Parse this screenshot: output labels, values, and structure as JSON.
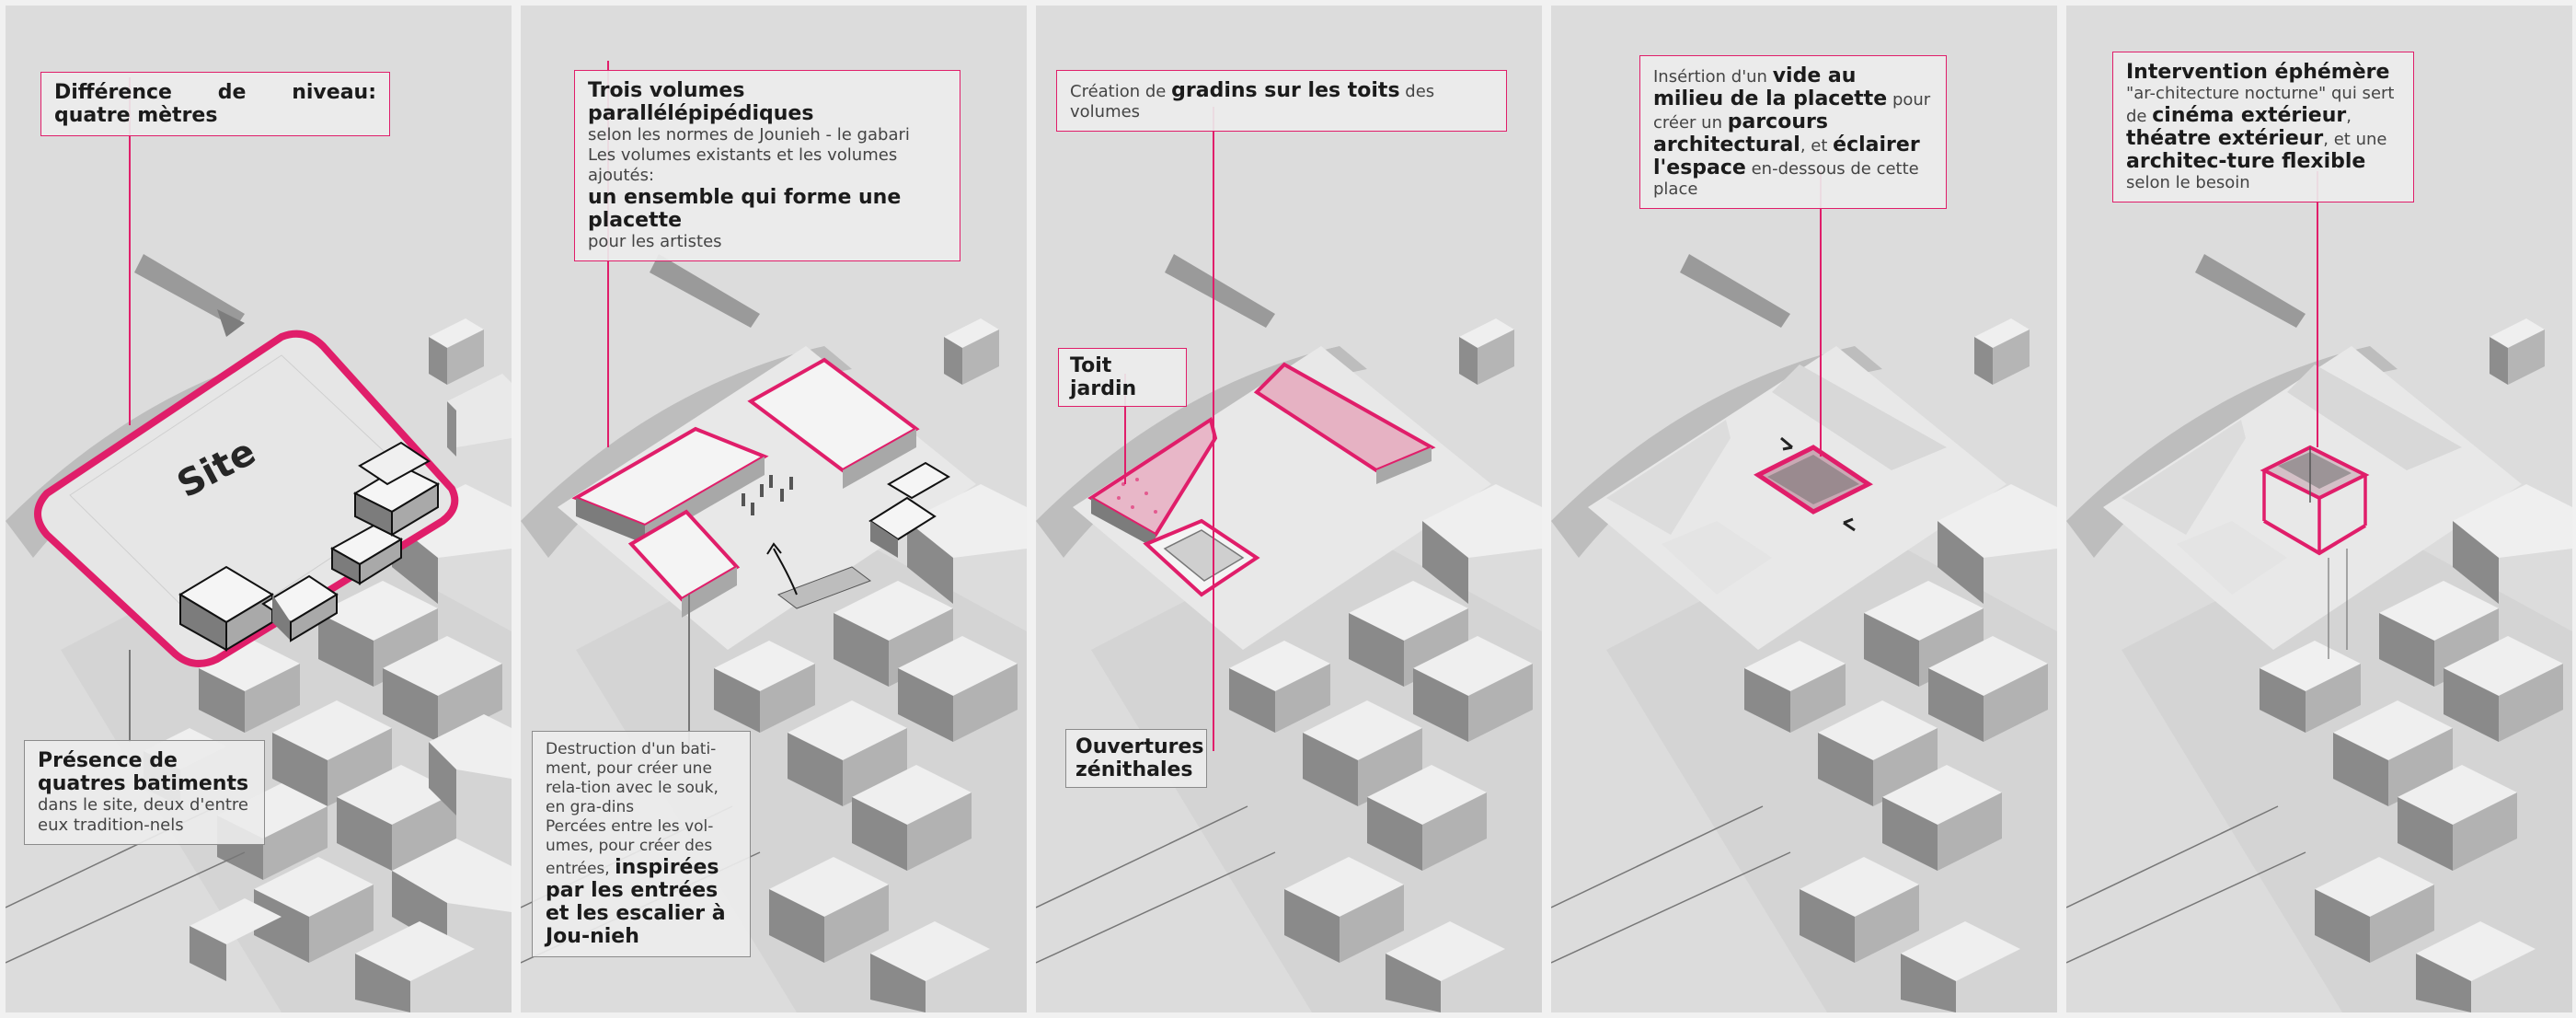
{
  "colors": {
    "accent": "#e01e6a",
    "paper": "#dcdcdc",
    "ink": "#1b1b1b"
  },
  "panel1": {
    "note_top": {
      "bold": "Différence de niveau: quatre mètres"
    },
    "site_label": "Site",
    "note_bottom": {
      "bold": "Présence de quatres batiments",
      "text": " dans le site, deux d'entre eux tradition-nels"
    }
  },
  "panel2": {
    "note_top": {
      "bold1": "Trois volumes parallélépipédiques",
      "text1": "selon les normes de Jounieh - le gabari",
      "text2": "Les volumes existants et les volumes ajoutés:",
      "bold2": "un ensemble qui forme une placette",
      "text3": "pour les artistes"
    },
    "note_bottom": {
      "text1": "Destruction d'un bati-ment, pour créer une rela-tion avec le souk, en gra-dins",
      "text2": "Percées entre les vol-umes, pour créer des entrées,",
      "bold": "inspirées par les entrées et les escalier à Jou-nieh"
    }
  },
  "panel3": {
    "note_top": {
      "text1": "Création de",
      "bold": "gradins sur les toits",
      "text2": "des volumes"
    },
    "note_garden": {
      "bold": "Toit jardin"
    },
    "note_openings": {
      "bold": "Ouvertures zénithales"
    }
  },
  "panel4": {
    "note_top": {
      "text1": "Insértion d'un",
      "bold1": "vide au milieu de la placette",
      "text2": "pour créer un",
      "bold2": "parcours architectural",
      "text3": ", et",
      "bold3": "éclairer l'espace",
      "text4": "en-dessous de cette place"
    }
  },
  "panel5": {
    "note_top": {
      "bold1": "Intervention éphémère",
      "text1": "\"ar-chitecture nocturne\" qui sert de",
      "bold2": "cinéma extérieur",
      "text2": ",",
      "bold3": "théatre extérieur",
      "text3": ", et une",
      "bold4": "architec-ture flexible",
      "text4": "selon le besoin"
    }
  }
}
